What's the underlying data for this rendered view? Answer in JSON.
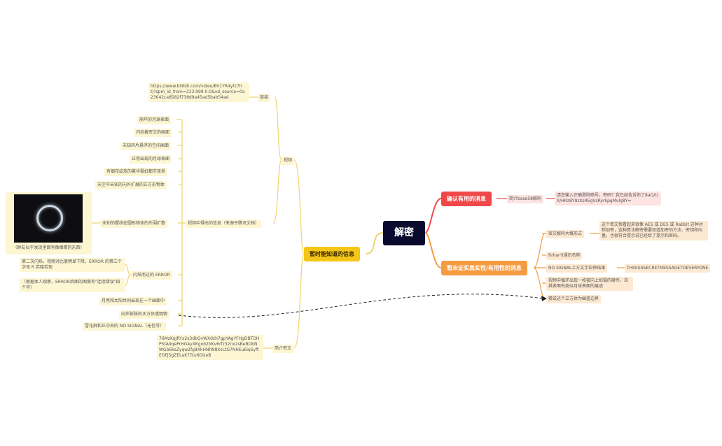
{
  "root": {
    "label": "解密"
  },
  "branches": {
    "known": {
      "label": "暂时能知道的信息",
      "color": "#f5c518"
    },
    "confirmed": {
      "label": "确认有用的消息",
      "color": "#f04848"
    },
    "unverified": {
      "label": "暂未证实真实性/有用性的消息",
      "color": "#f59b42"
    }
  },
  "known": {
    "video": {
      "label": "视频"
    },
    "link": {
      "label": "链接",
      "url": "https://www.bilibili.com/video/BV1YR4yl17ht/?spm_id_from=333.999.0.0&vd_source=0a23642ca8582f738d9a45ad5bab54ad"
    },
    "clues": {
      "label": "视频中得出的信息（来源于腾讯文档）",
      "items": [
        "崩坏的月球表面",
        "闪烁着密文的画面",
        "未知碎片悬浮的空间画面",
        "正常出现的月球表面",
        "有烟花绽放的繁华震虹都市夜景",
        "天空中未知的向外扩展的正方形物体"
      ],
      "expand_item": "未知的猩线在圆形物体的外围扩散",
      "image_caption": "（群友似乎发现里面有像眼睛的东西）",
      "flash_label": "闪烁而过的 ERROR",
      "flash_items": [
        "第二次闪烁，视频对比度明显下降，ERROR 的第三个字母 R 若隐若现",
        "（根据本人观察，ERROR后面的图案有\"连接错误\"四个字）"
      ],
      "more_items": [
        "月亮和太阳共同出现在一个画面中",
        "向外膨胀的正方体透明物",
        "雪花屏和正中央的 NO SIGNAL（无信号）"
      ]
    },
    "cipher": {
      "label": "简介密文",
      "text": "76MzKqJRYx2s3dbQvWXdzh7gpYAgYFHgDBTDHP5tA9qePrHG4yXKgob2bKv6rfz32nx2sBeBDbNWGb6ksZyqw2fg8XkHNhN8XsLtG7NHEu6iqSyftEGFJSgZELaK7Tcu6DUeB"
    }
  },
  "confirmed": {
    "method": "简介base58解码",
    "result": "请您输入正确登陆暗号。密码？我已经告诉你了8aO/UX/HRz8Y9zXsREgVsRyrkpgMvhJ8Y="
  },
  "unverified": {
    "item1": {
      "label": "密文解码大概形式",
      "detail": "这个密文我看起来很像 AES 或 DES 或 Rabbit 这种对称加密，这种算法解密需要知道加密的方法、密钥和向量。也很符合提示说已经给了提示和密码。"
    },
    "item2": "Rrhar'il通讯名称",
    "item3": {
      "label": "NO SIGNAL上方文字拉伸结果",
      "detail": "THISISASECRETMESSAGETOEVERYONE"
    },
    "item4": "视频中循环出现一枚被向上拍摄的硬币，且其表面有类似月球表面的痕迹",
    "item5": "猜说这个立方体为幽蓝边界"
  },
  "colors": {
    "line_yellow": "#f1d36b",
    "line_red": "#f04848",
    "line_orange": "#f59b42",
    "dashed": "#222222"
  }
}
